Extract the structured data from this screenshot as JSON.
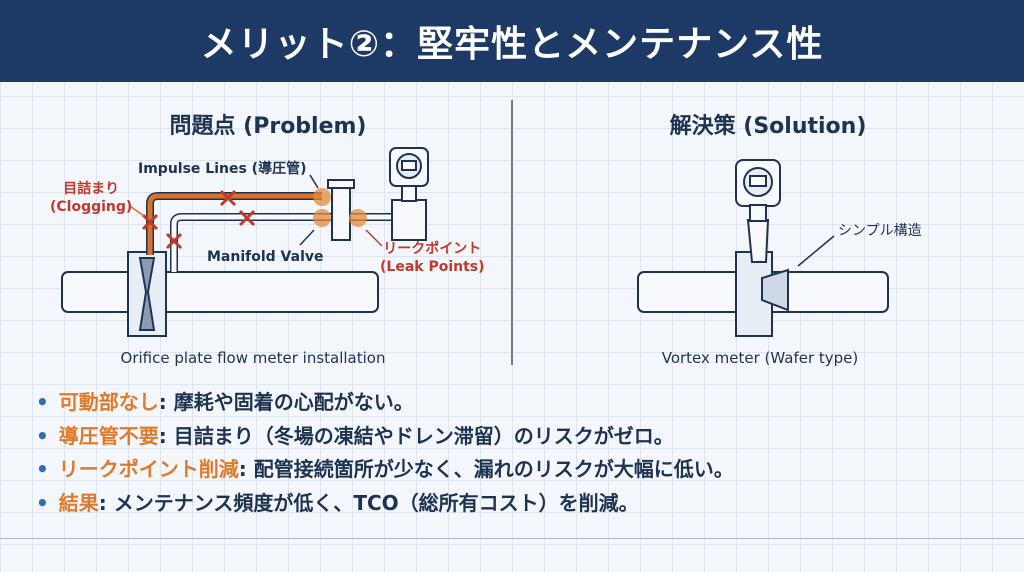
{
  "header": {
    "title": "メリット②：堅牢性とメンテナンス性"
  },
  "problem": {
    "title": "問題点 (Problem)",
    "impulse_lines_label": "Impulse Lines (導圧管)",
    "clogging_label_jp": "目詰まり",
    "clogging_label_en": "(Clogging)",
    "manifold_label": "Manifold Valve",
    "leak_label_jp": "リークポイント",
    "leak_label_en": "(Leak Points)",
    "caption": "Orifice plate flow meter installation"
  },
  "solution": {
    "title": "解決策 (Solution)",
    "simple_label": "シンプル構造",
    "caption": "Vortex meter (Wafer type)"
  },
  "bullets": [
    {
      "key": "可動部なし",
      "text": ": 摩耗や固着の心配がない。"
    },
    {
      "key": "導圧管不要",
      "text": ": 目詰まり（冬場の凍結やドレン滞留）のリスクがゼロ。"
    },
    {
      "key": "リークポイント削減",
      "text": ": 配管接続箇所が少なく、漏れのリスクが大幅に低い。"
    },
    {
      "key": "結果",
      "text": ": メンテナンス頻度が低く、TCO（総所有コスト）を削減。"
    }
  ],
  "colors": {
    "header": "#1d3a66",
    "accent": "#e07a2a",
    "warning": "#c0392b",
    "text": "#1e3350"
  }
}
